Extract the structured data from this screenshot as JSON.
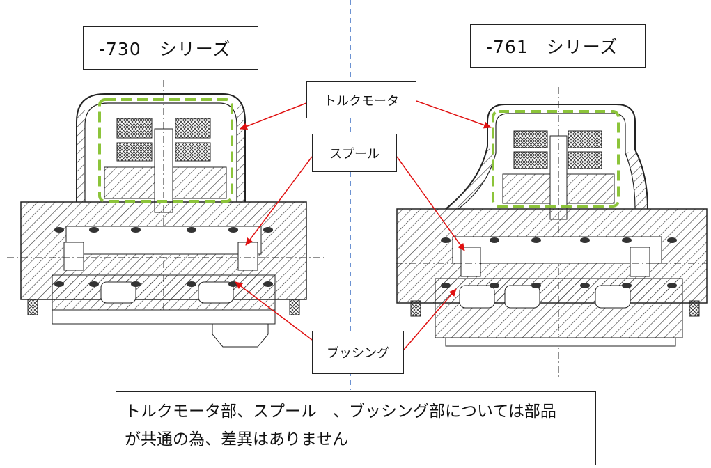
{
  "left_series": {
    "title": "-730　シリーズ"
  },
  "right_series": {
    "title": "-761　シリーズ"
  },
  "callouts": {
    "torque_motor": "トルクモータ",
    "spool": "スプール",
    "bushing": "ブッシング"
  },
  "note": {
    "line1": "トルクモータ部、スプール　、ブッシング部については部品",
    "line2": "が共通の為、差異はありません"
  },
  "colors": {
    "arrow": "#e01010",
    "highlight_dash": "#8cc43a",
    "divider": "#3b6fc4",
    "line": "#222222"
  }
}
